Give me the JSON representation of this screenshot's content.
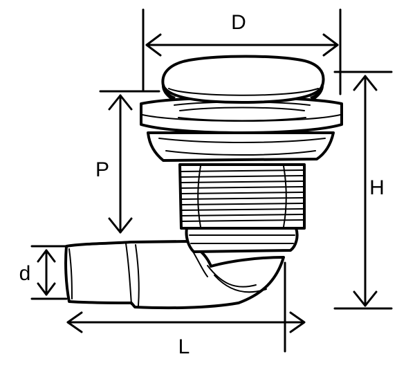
{
  "dimensions": {
    "D": "D",
    "H": "H",
    "P": "P",
    "d": "d",
    "L": "L"
  },
  "colors": {
    "ink": "#000000",
    "paper": "#ffffff"
  }
}
